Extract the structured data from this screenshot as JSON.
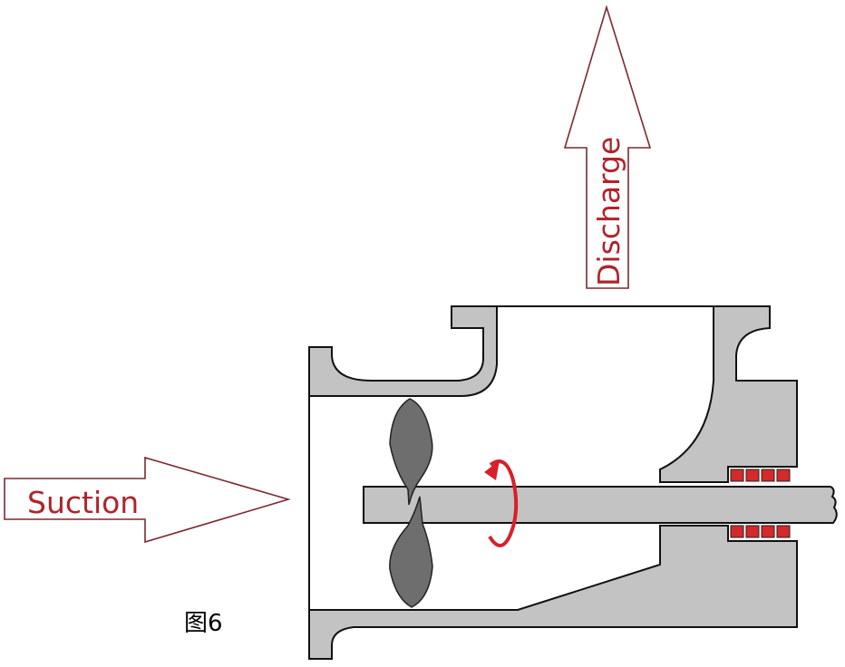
{
  "labels": {
    "suction": "Suction",
    "discharge": "Discharge",
    "figure": "图6"
  },
  "colors": {
    "casing": "#c3c3c3",
    "impeller": "#6e6e6e",
    "label_red": "#b0242c",
    "packing": "#d42a2a",
    "rotation_arrow": "#d8202a"
  },
  "icons": {
    "rotation": "rotation-arrow-icon"
  }
}
